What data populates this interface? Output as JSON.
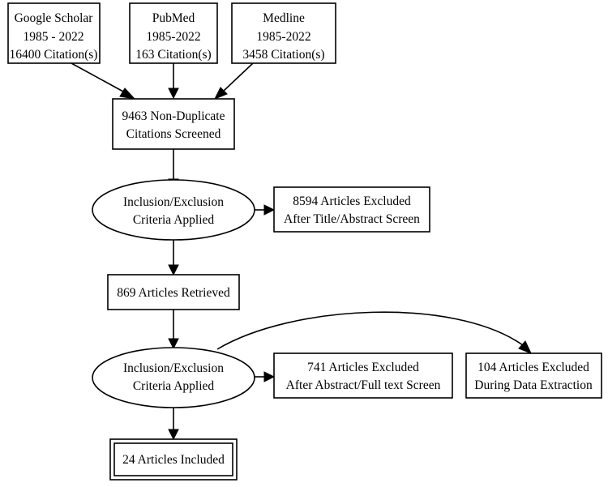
{
  "sources": [
    {
      "name": "Google Scholar",
      "years": "1985 - 2022",
      "citations": "16400 Citation(s)"
    },
    {
      "name": "PubMed",
      "years": "1985-2022",
      "citations": "163 Citation(s)"
    },
    {
      "name": "Medline",
      "years": "1985-2022",
      "citations": "3458 Citation(s)"
    }
  ],
  "screened": {
    "line1": "9463 Non-Duplicate",
    "line2": "Citations Screened"
  },
  "criteria_1": {
    "line1": "Inclusion/Exclusion",
    "line2": "Criteria Applied"
  },
  "excluded_1": {
    "line1": "8594 Articles Excluded",
    "line2": "After Title/Abstract Screen"
  },
  "retrieved": {
    "label": "869 Articles Retrieved"
  },
  "criteria_2": {
    "line1": "Inclusion/Exclusion",
    "line2": "Criteria Applied"
  },
  "excluded_2": {
    "line1": "741 Articles Excluded",
    "line2": "After Abstract/Full text Screen"
  },
  "excluded_3": {
    "line1": "104 Articles Excluded",
    "line2": "During Data Extraction"
  },
  "included": {
    "label": "24 Articles Included"
  }
}
